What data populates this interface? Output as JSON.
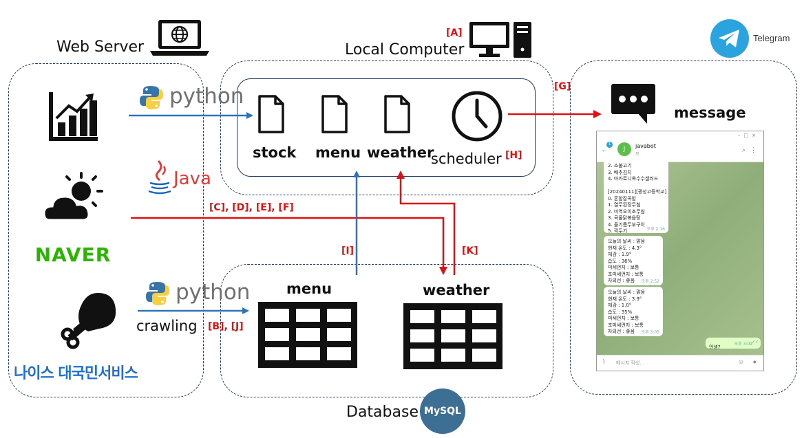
{
  "regions": {
    "web_server": "Web Server",
    "local_computer": "Local Computer",
    "database": "Database",
    "telegram": "Telegram"
  },
  "tags": {
    "a": "[A]",
    "g": "[G]",
    "h": "[H]",
    "cdef": "[C], [D], [E], [F]",
    "i": "[I]",
    "k": "[K]",
    "bj": "[B], [J]"
  },
  "files": {
    "stock": "stock",
    "menu": "menu",
    "weather": "weather",
    "scheduler": "scheduler"
  },
  "db_tables": {
    "menu": "menu",
    "weather": "weather"
  },
  "languages": {
    "python_top": "python",
    "java": "Java",
    "python_bottom": "python",
    "crawling": "crawling"
  },
  "sources": {
    "naver": "NAVER",
    "neis": "나이스 대국민서비스"
  },
  "mysql": "MySQL",
  "message": "message",
  "chat": {
    "bot_name": "javabot",
    "bot_status": "봇",
    "badge": "1",
    "menu_lines": [
      "2. 소불고기",
      "3. 배추김치",
      "4. 마카로니옥수수샐러드",
      "",
      "[20240111][광성고등학교]",
      "0. 혼합잡곡밥",
      "1. 열무된장무침",
      "2. 미역오이초무침",
      "3. 곡물닭볶음탕",
      "4. 들기름두부구이",
      "5. 깍두기"
    ],
    "menu_time": "오후 2:16",
    "weather1_lines": [
      "오늘의 날씨 : 맑음",
      "현재 온도 : 4.3°",
      "체감 : 1.9°",
      "습도 : 36%",
      "미세먼지 : 보통",
      "초미세먼지 : 보통",
      "자외선 : 좋음"
    ],
    "weather1_time": "오후 2:52",
    "weather2_lines": [
      "오늘의 날씨 : 맑음",
      "현재 온도 : 3.9°",
      "체감 : 1.0°",
      "습도 : 35%",
      "미세먼지 : 보통",
      "초미세먼지 : 보통",
      "자외선 : 좋음"
    ],
    "weather2_time": "오후 3:05",
    "sent": "안녕?",
    "sent_time": "오후 3:09",
    "input_placeholder": "메시지 작성..."
  },
  "colors": {
    "blue_arrow": "#2f72b8",
    "red_arrow": "#e01010",
    "naver_green": "#2db400",
    "neis_blue": "#1e6fd0",
    "telegram_blue": "#2aa3df",
    "mysql_blue": "#3d6e93",
    "region_border": "#1f3a5f"
  }
}
